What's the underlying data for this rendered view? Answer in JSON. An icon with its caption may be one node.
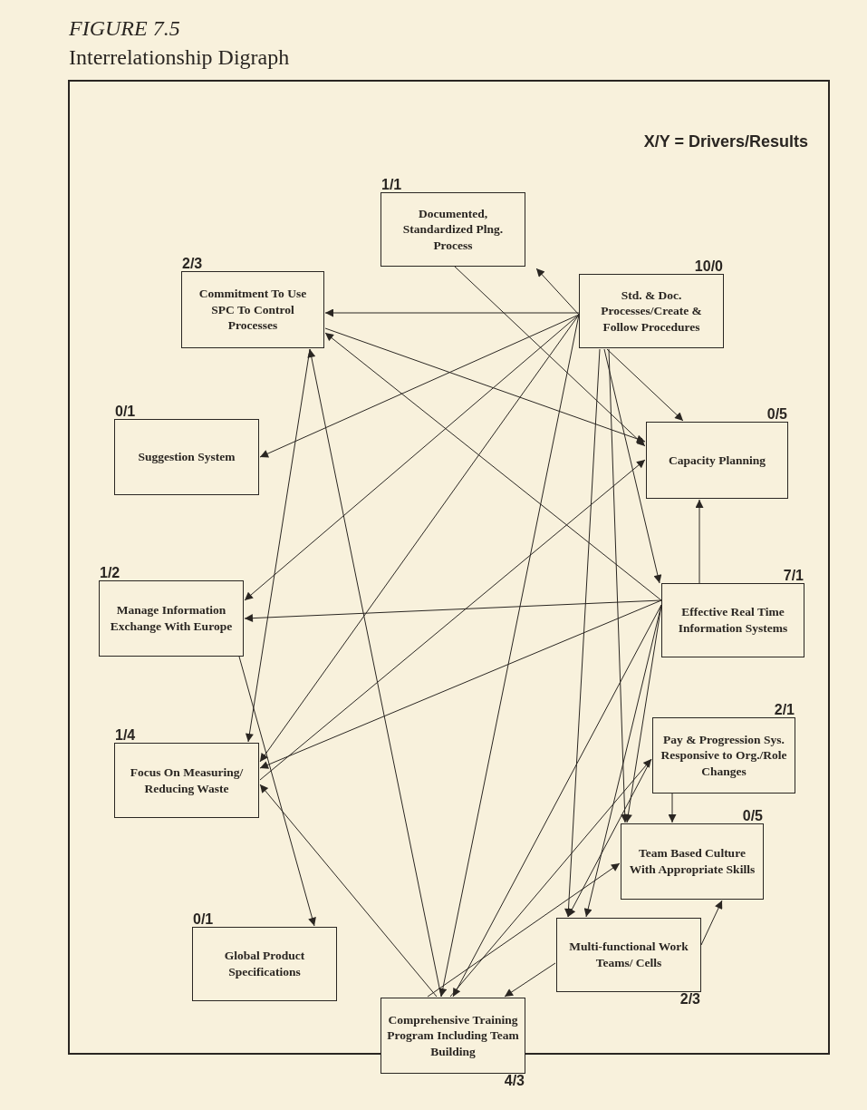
{
  "diagram": {
    "title": "Interrelationship Digraph",
    "nodes": [
      {
        "text": [
          "Documented, Standardized Plng. Process"
        ],
        "beside": [
          "1/1"
        ]
      },
      {
        "text": [
          "Commitment To Use SPC To Control Processes"
        ],
        "beside": [
          "2/3"
        ]
      },
      {
        "text": [
          "Std. & Doc. Processes/Create & Follow Procedures"
        ],
        "beside": [
          "10/0"
        ]
      },
      {
        "text": [
          "Suggestion System"
        ],
        "beside": [
          "0/1"
        ]
      },
      {
        "text": [
          "Capacity Planning"
        ],
        "beside": [
          "0/5"
        ]
      },
      {
        "text": [
          "Manage Information Exchange With Europe"
        ],
        "beside": [
          "1/2"
        ]
      },
      {
        "text": [
          "Effective Real Time Information Systems"
        ],
        "beside": [
          "7/1"
        ]
      },
      {
        "text": [
          "Focus On Measuring/ Reducing Waste"
        ],
        "beside": [
          "1/4"
        ]
      },
      {
        "text": [
          "Pay & Progression Sys. Responsive to Org./Role Changes"
        ],
        "beside": [
          "2/1"
        ]
      },
      {
        "text": [
          "Team Based Culture With Appropriate Skills"
        ],
        "beside": [
          "0/5"
        ]
      },
      {
        "text": [
          "Global Product Specifications"
        ],
        "beside": [
          "0/1"
        ]
      },
      {
        "text": [
          "Multi-functional Work Teams/ Cells"
        ],
        "beside": [
          "2/3"
        ]
      },
      {
        "text": [
          "Comprehensive Training Program Including Team Building"
        ],
        "beside": [
          "4/3"
        ]
      }
    ],
    "edges": [
      {
        "from": 2,
        "to": 0,
        "arrow": "to"
      },
      {
        "from": 2,
        "to": 1,
        "arrow": "to"
      },
      {
        "from": 2,
        "to": 3,
        "arrow": "to"
      },
      {
        "from": 2,
        "to": 4,
        "arrow": "to"
      },
      {
        "from": 2,
        "to": 6,
        "arrow": "to"
      },
      {
        "from": 2,
        "to": 5,
        "arrow": "to"
      },
      {
        "from": 2,
        "to": 7,
        "arrow": "to"
      },
      {
        "from": 2,
        "to": 12,
        "arrow": "to"
      },
      {
        "from": 2,
        "to": 11,
        "arrow": "to"
      },
      {
        "from": 2,
        "to": 9,
        "arrow": "to"
      },
      {
        "from": 0,
        "to": 4,
        "arrow": "to"
      },
      {
        "from": 1,
        "to": 7,
        "arrow": "to"
      },
      {
        "from": 1,
        "to": 4,
        "arrow": "to"
      },
      {
        "from": 6,
        "to": 1,
        "arrow": "to"
      },
      {
        "from": 6,
        "to": 4,
        "arrow": "to"
      },
      {
        "from": 6,
        "to": 5,
        "arrow": "to"
      },
      {
        "from": 6,
        "to": 7,
        "arrow": "to"
      },
      {
        "from": 6,
        "to": 12,
        "arrow": "to"
      },
      {
        "from": 6,
        "to": 9,
        "arrow": "to"
      },
      {
        "from": 6,
        "to": 11,
        "arrow": "to"
      },
      {
        "from": 5,
        "to": 10,
        "arrow": "to"
      },
      {
        "from": 7,
        "to": 4,
        "arrow": "to"
      },
      {
        "from": 12,
        "to": 1,
        "arrow": "to"
      },
      {
        "from": 12,
        "to": 7,
        "arrow": "to"
      },
      {
        "from": 12,
        "to": 8,
        "arrow": "to"
      },
      {
        "from": 12,
        "to": 9,
        "arrow": "to"
      },
      {
        "from": 8,
        "to": 9,
        "arrow": "to"
      },
      {
        "from": 8,
        "to": 11,
        "arrow": "to"
      },
      {
        "from": 11,
        "to": 12,
        "arrow": "to"
      },
      {
        "from": 11,
        "to": 9,
        "arrow": "to"
      }
    ],
    "labels": [
      "FIGURE 7.5",
      "X/Y = Drivers/Results"
    ]
  }
}
